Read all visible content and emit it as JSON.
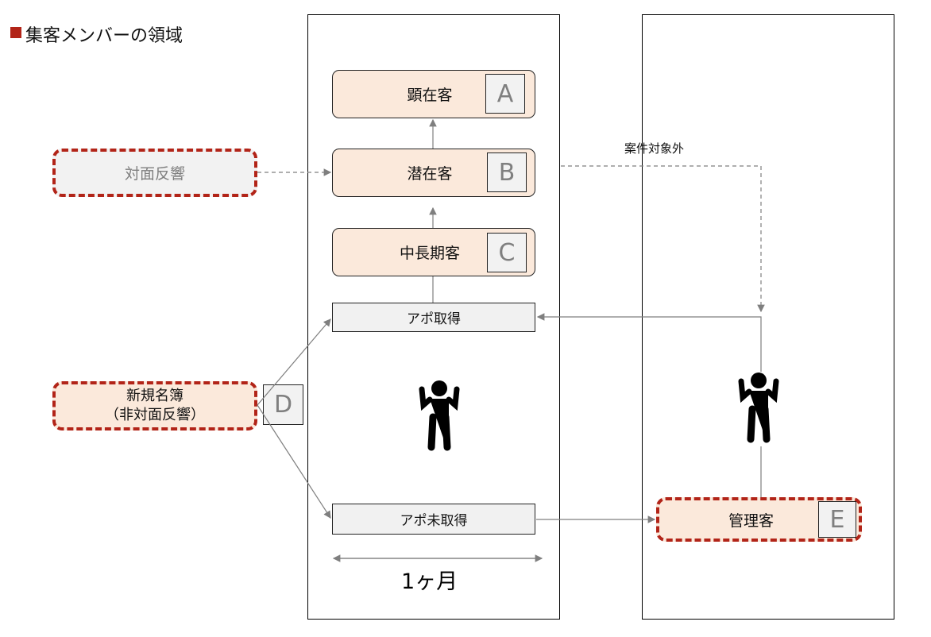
{
  "title": "集客メンバーの領域",
  "colors": {
    "accent": "#b22418",
    "peach": "#fbe9db",
    "gray": "#f1f1f1"
  },
  "nodes": {
    "a": {
      "label": "顕在客",
      "letter": "A"
    },
    "b": {
      "label": "潜在客",
      "letter": "B"
    },
    "c": {
      "label": "中長期客",
      "letter": "C"
    },
    "d": {
      "line1": "新規名簿",
      "line2": "（非対面反響）",
      "letter": "D"
    },
    "e": {
      "label": "管理客",
      "letter": "E"
    },
    "face": {
      "label": "対面反響"
    },
    "apo": {
      "label": "アポ取得"
    },
    "noapo": {
      "label": "アポ未取得"
    }
  },
  "annotations": {
    "out_of_scope": "案件対象外",
    "duration": "1ヶ月"
  },
  "icons": [
    "person-icon",
    "person-icon"
  ]
}
